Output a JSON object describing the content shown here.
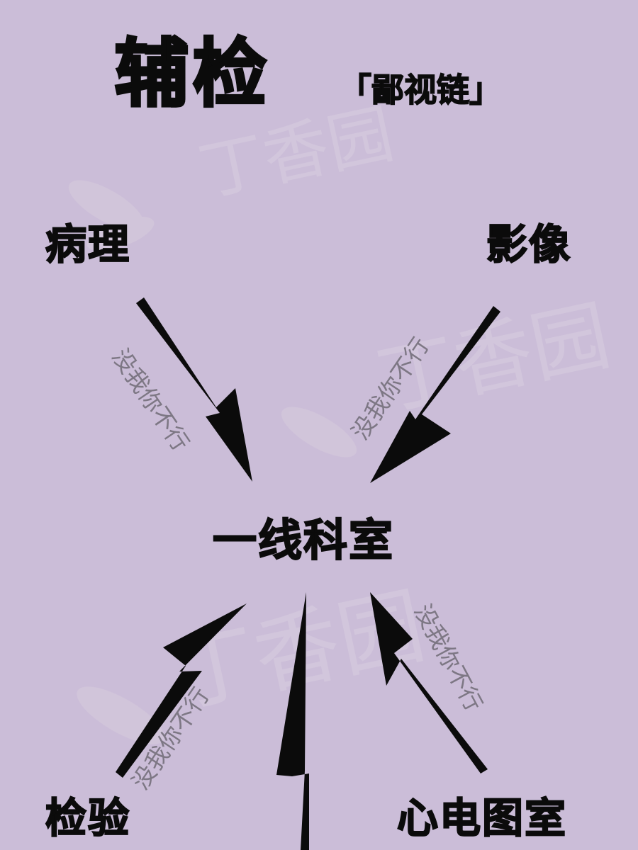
{
  "title": "辅检",
  "subtitle": "「鄙视链」",
  "nodes": {
    "pathology": "病理",
    "imaging": "影像",
    "center": "一线科室",
    "lab": "检验",
    "ecg": "心电图室"
  },
  "edge_labels": {
    "pathology_to_center": "没我你不行",
    "imaging_to_center": "没我你不行",
    "lab_to_center": "没我你不行",
    "ecg_to_center": "没我你不行"
  },
  "watermark": "丁香园",
  "colors": {
    "background": "#cbbdd8",
    "ink": "#0b0b0b",
    "edge_label": "#7d7784",
    "watermark": "#d9cfe0"
  }
}
